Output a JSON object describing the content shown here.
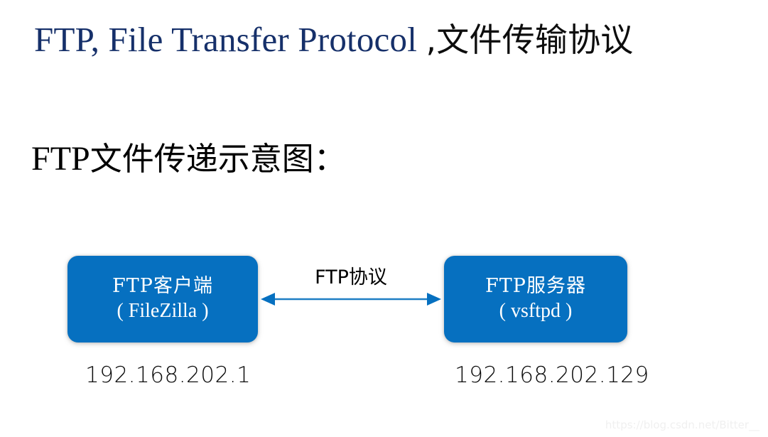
{
  "slide": {
    "title_en": "FTP, File Transfer Protocol ",
    "title_cn": ",文件传输协议",
    "subtitle_en": "FTP",
    "subtitle_cn": "文件传递示意图：",
    "background_color": "#ffffff",
    "title_color": "#16306a",
    "accent_color": "#0670c0"
  },
  "diagram": {
    "type": "two-node-flow",
    "client": {
      "line1": "FTP客户端",
      "line2": "( FileZilla )",
      "ip": "192.168.202.1",
      "box_color": "#0670c0",
      "text_color": "#ffffff"
    },
    "server": {
      "line1": "FTP服务器",
      "line2": "( vsftpd )",
      "ip": "192.168.202.129",
      "box_color": "#0670c0",
      "text_color": "#ffffff"
    },
    "connector": {
      "label": "FTP协议",
      "direction": "bidirectional",
      "color": "#1f7ec4"
    }
  },
  "watermark": {
    "text": "https://blog.csdn.net/Bitter__"
  }
}
